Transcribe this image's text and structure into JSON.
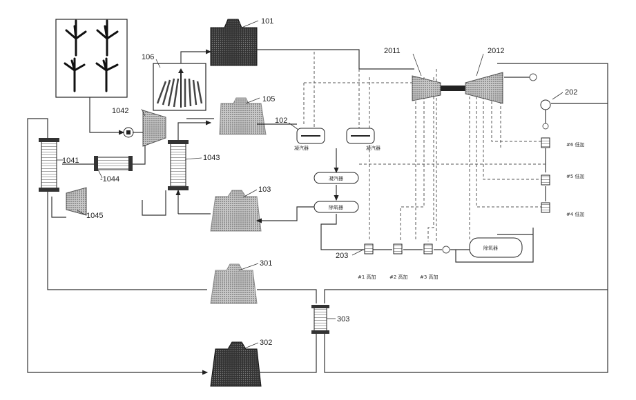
{
  "labels": {
    "n101": "101",
    "n102": "102",
    "n103": "103",
    "n105": "105",
    "n106": "106",
    "n1041": "1041",
    "n1042": "1042",
    "n1043": "1043",
    "n1044": "-1044",
    "n1045": "1045",
    "n2011": "2011",
    "n2012": "2012",
    "n202": "202",
    "n203": "203",
    "n301": "301",
    "n302": "302",
    "n303": "303"
  },
  "small_text": {
    "hp1": "#1 高加",
    "hp2": "#2 高加",
    "hp3": "#3 高加",
    "lp6": "#6 低加",
    "lp5": "#5 低加",
    "lp4": "#4 低加",
    "deaerator": "除氧器",
    "condenser_a": "凝汽器",
    "condenser_b": "凝汽器",
    "tank_a": "凝汽器",
    "tank_b": "除氧器"
  },
  "colors": {
    "line": "#333333",
    "dark_fill": "#2a2a2a",
    "stipple_fill": "#9a9a9a"
  }
}
